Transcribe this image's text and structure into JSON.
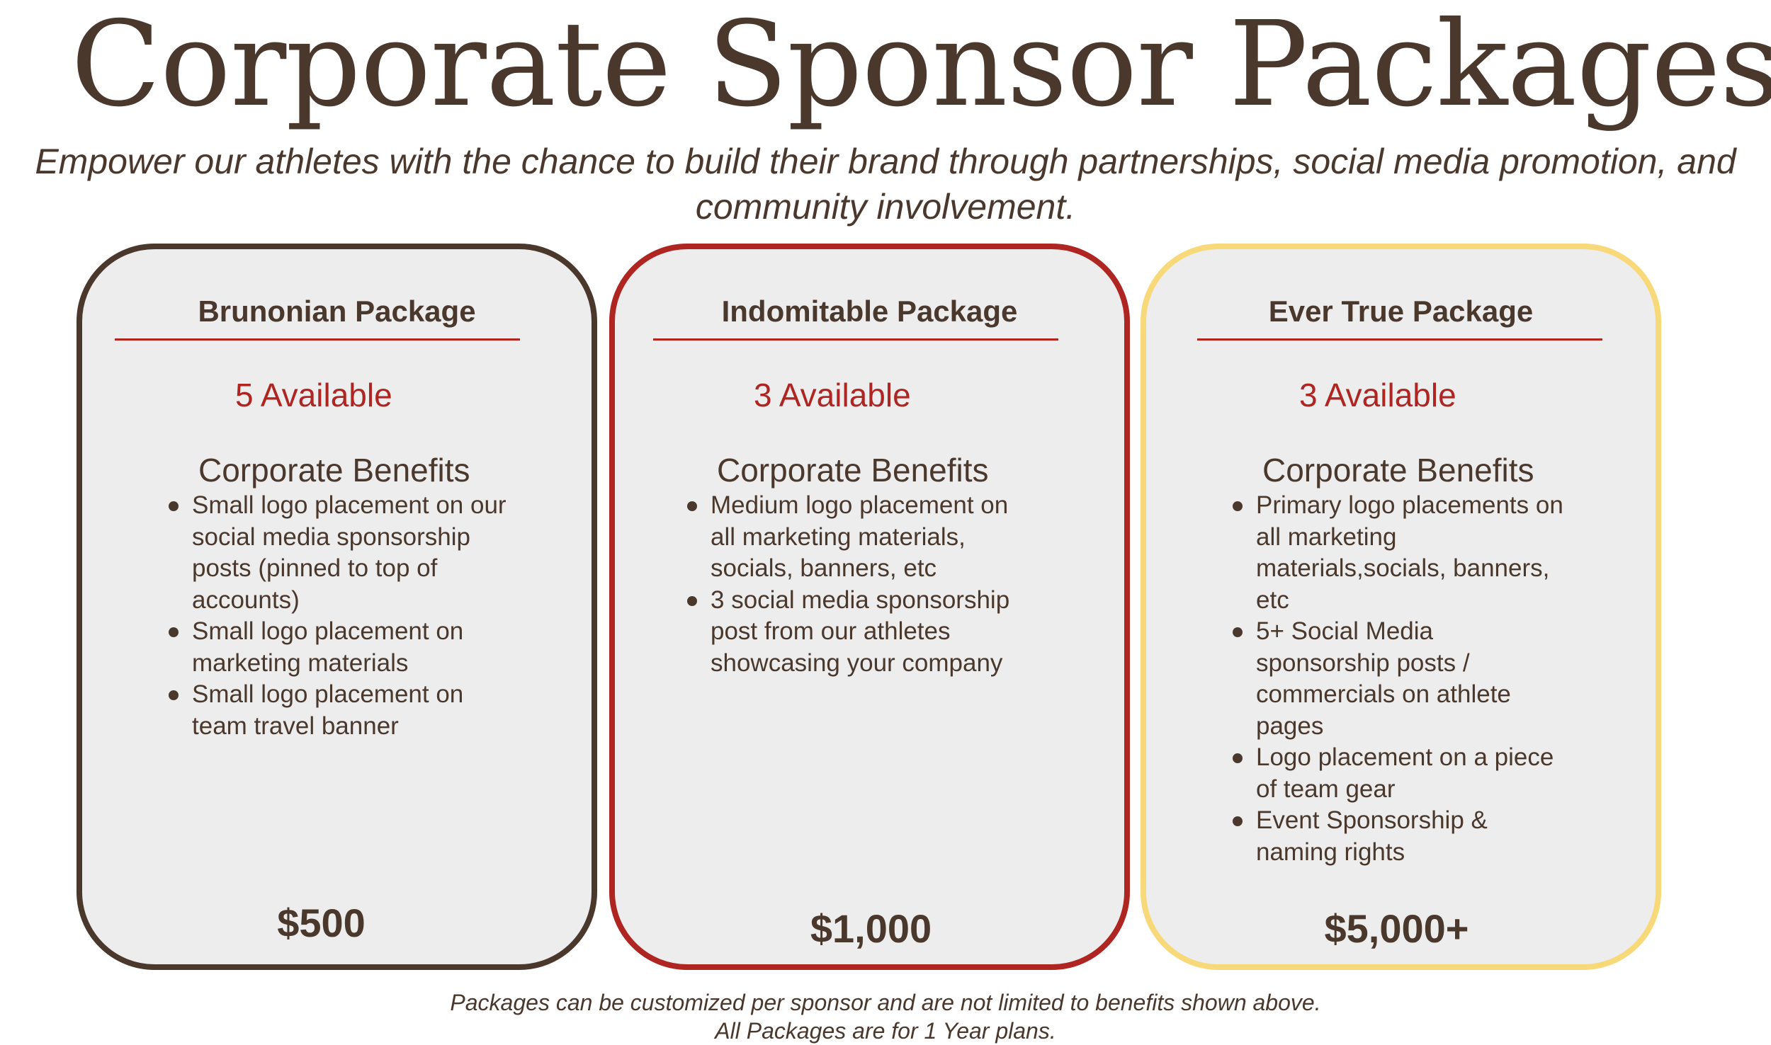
{
  "page": {
    "title": "Corporate Sponsor Packages",
    "subtitle": "Empower our athletes with the chance to build their brand through partnerships, social media promotion, and community involvement."
  },
  "colors": {
    "text": "#4a382d",
    "accent_red": "#ae2521",
    "card_bg": "#ededed",
    "border_brunonian": "#4a382d",
    "border_indomitable": "#ae2521",
    "border_ever_true": "#f7d97a"
  },
  "packages": [
    {
      "name": "Brunonian Package",
      "availability": "5 Available",
      "benefits_heading": "Corporate Benefits",
      "benefits": [
        "Small logo placement on our social media sponsorship posts (pinned to top of accounts)",
        "Small logo placement on marketing materials",
        "Small logo placement on team travel banner"
      ],
      "price": "$500"
    },
    {
      "name": "Indomitable Package",
      "availability": "3 Available",
      "benefits_heading": "Corporate Benefits",
      "benefits": [
        "Medium logo placement on all marketing materials, socials, banners, etc",
        "3 social media sponsorship post from our athletes showcasing your company"
      ],
      "price": "$1,000"
    },
    {
      "name": "Ever True Package",
      "availability": "3 Available",
      "benefits_heading": "Corporate Benefits",
      "benefits": [
        "Primary logo placements on all marketing materials,socials, banners, etc",
        "5+ Social Media sponsorship posts / commercials on athlete pages",
        "Logo placement on a piece of team gear",
        "Event Sponsorship & naming rights"
      ],
      "price": "$5,000+"
    }
  ],
  "footer": {
    "line1": "Packages can be customized per sponsor and are not limited to benefits shown above.",
    "line2": "All Packages are for 1 Year plans."
  }
}
